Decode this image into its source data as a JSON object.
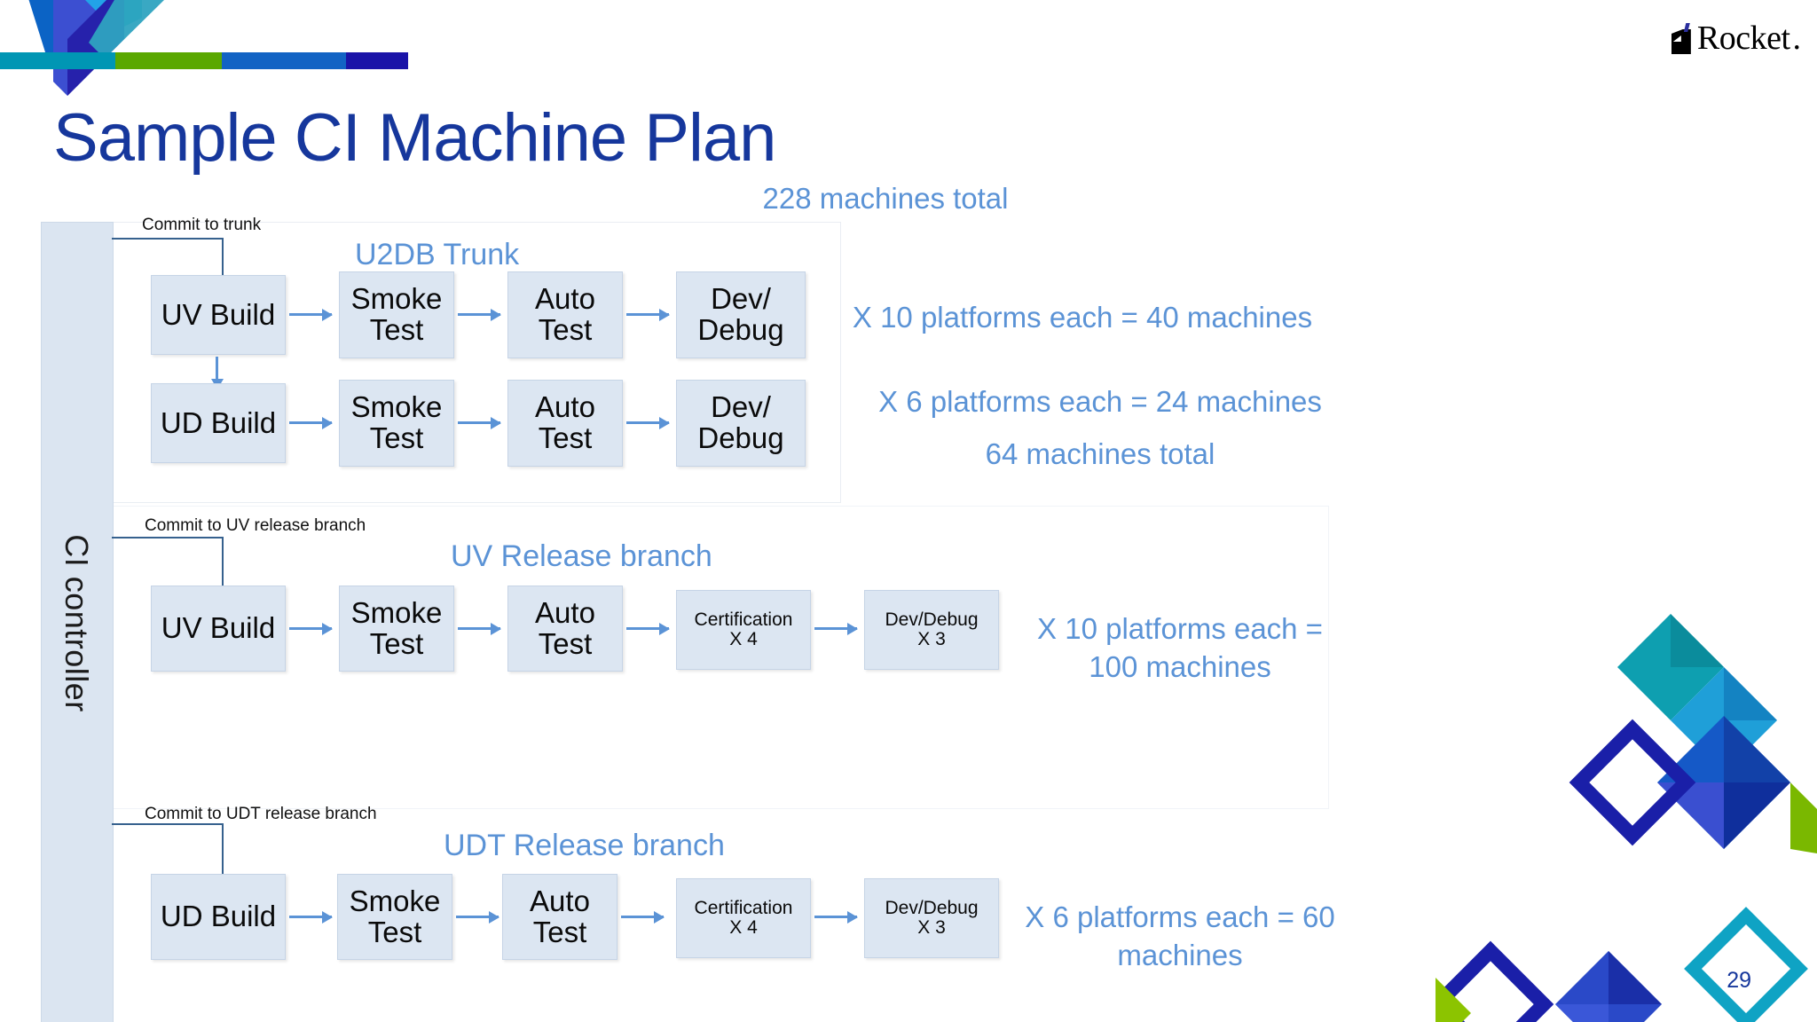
{
  "brand": {
    "logo_text": "Rocket",
    "logo_dot": ".",
    "accent_blue": "#16379c",
    "light_blue": "#5b93d6",
    "node_fill": "#dce6f2",
    "bar_colors": [
      "#0096b4",
      "#5aa800",
      "#1263c4",
      "#1a13a8"
    ]
  },
  "slide": {
    "title": "Sample CI Machine Plan",
    "page_number": "29",
    "total_note": "228 machines total"
  },
  "controller": {
    "label": "CI controller"
  },
  "rows": [
    {
      "commit_label": "Commit to trunk",
      "branch_label": "U2DB Trunk",
      "nodes": [
        {
          "line1": "UV Build",
          "line2": ""
        },
        {
          "line1": "Smoke",
          "line2": "Test"
        },
        {
          "line1": "Auto",
          "line2": "Test"
        },
        {
          "line1": "Dev/",
          "line2": "Debug"
        }
      ],
      "note": "X 10 platforms each = 40 machines"
    },
    {
      "commit_label": "",
      "branch_label": "",
      "nodes": [
        {
          "line1": "UD Build",
          "line2": ""
        },
        {
          "line1": "Smoke",
          "line2": "Test"
        },
        {
          "line1": "Auto",
          "line2": "Test"
        },
        {
          "line1": "Dev/",
          "line2": "Debug"
        }
      ],
      "note": "X 6 platforms each = 24 machines",
      "subnote": "64 machines total"
    },
    {
      "commit_label": "Commit to UV release branch",
      "branch_label": "UV Release branch",
      "nodes": [
        {
          "line1": "UV Build",
          "line2": ""
        },
        {
          "line1": "Smoke",
          "line2": "Test"
        },
        {
          "line1": "Auto",
          "line2": "Test"
        },
        {
          "line1": "Certification",
          "line2": "X 4"
        },
        {
          "line1": "Dev/Debug",
          "line2": "X 3"
        }
      ],
      "note": "X 10 platforms each = 100 machines"
    },
    {
      "commit_label": "Commit to UDT release branch",
      "branch_label": "UDT Release branch",
      "nodes": [
        {
          "line1": "UD Build",
          "line2": ""
        },
        {
          "line1": "Smoke",
          "line2": "Test"
        },
        {
          "line1": "Auto",
          "line2": "Test"
        },
        {
          "line1": "Certification",
          "line2": "X 4"
        },
        {
          "line1": "Dev/Debug",
          "line2": "X 3"
        }
      ],
      "note": "X 6 platforms each = 60 machines"
    }
  ]
}
